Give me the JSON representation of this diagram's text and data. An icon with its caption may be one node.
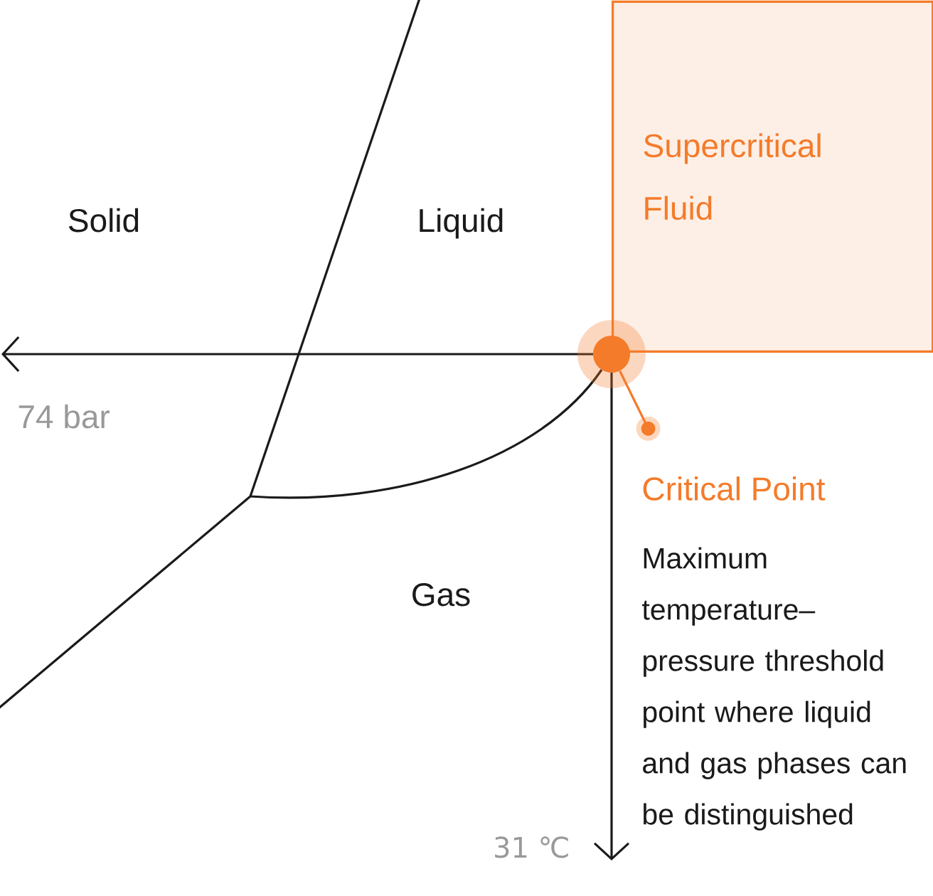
{
  "diagram": {
    "nodes": [
      {
        "text": [
          "Supercritical Fluid"
        ]
      },
      {
        "text": [],
        "shape": "circle"
      },
      {
        "text": [
          "Critical Point"
        ]
      }
    ],
    "edges": [
      {
        "from": 2,
        "to": 1,
        "arrow": "other",
        "color": "#f47b2a"
      }
    ],
    "labels": [
      "Solid",
      "Liquid",
      "74 bar",
      "Maximum temperature– pressure threshold point where liquid and gas phases can be distinguished",
      "Gas",
      "31 ℃"
    ]
  }
}
